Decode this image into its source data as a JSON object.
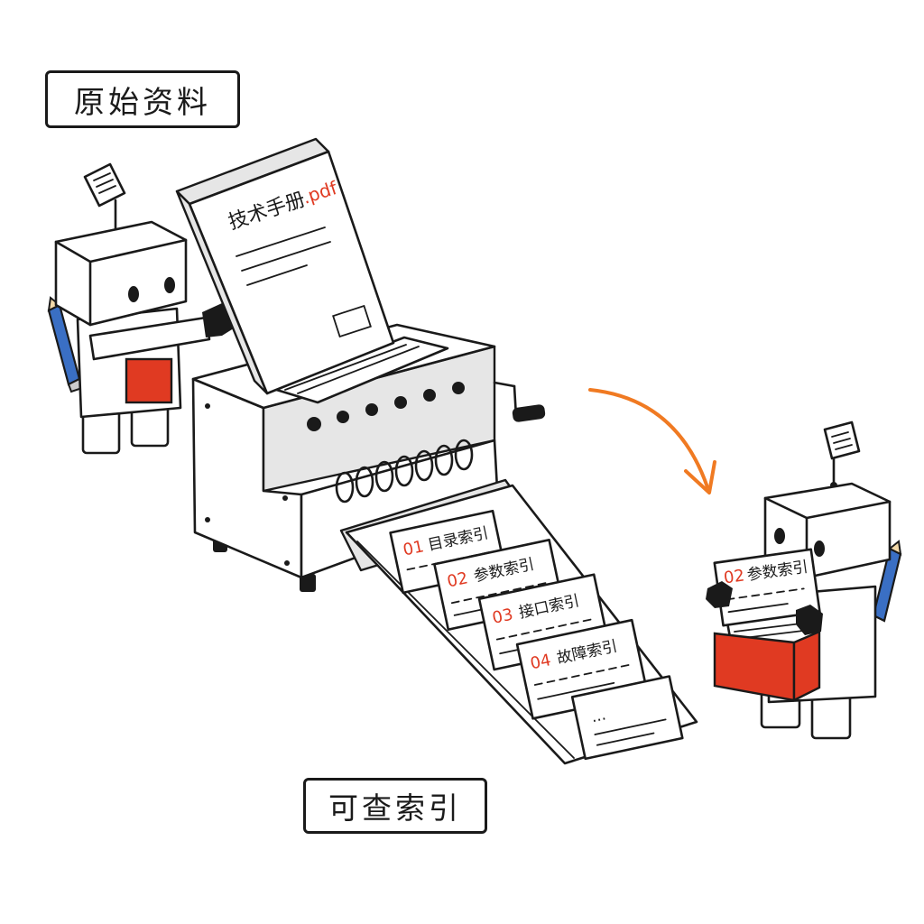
{
  "labels": {
    "source": "原始资料",
    "output": "可查索引"
  },
  "book": {
    "title": "技术手册",
    "extension": ".pdf"
  },
  "cards": [
    {
      "num": "01",
      "text": "目录索引"
    },
    {
      "num": "02",
      "text": "参数索引"
    },
    {
      "num": "03",
      "text": "接口索引"
    },
    {
      "num": "04",
      "text": "故障索引"
    },
    {
      "num": "",
      "text": "..."
    }
  ],
  "held_card": {
    "num": "02",
    "text": "参数索引"
  },
  "colors": {
    "ink": "#1a1a1a",
    "accent_red": "#e03a22",
    "arrow_orange": "#f07a22",
    "pencil_blue": "#3a6fc4"
  },
  "icons": [
    "robot-feeder",
    "robot-receiver",
    "indexing-machine",
    "book",
    "index-card",
    "card-box",
    "pencil-icon",
    "note-flag-icon",
    "crank-handle"
  ]
}
